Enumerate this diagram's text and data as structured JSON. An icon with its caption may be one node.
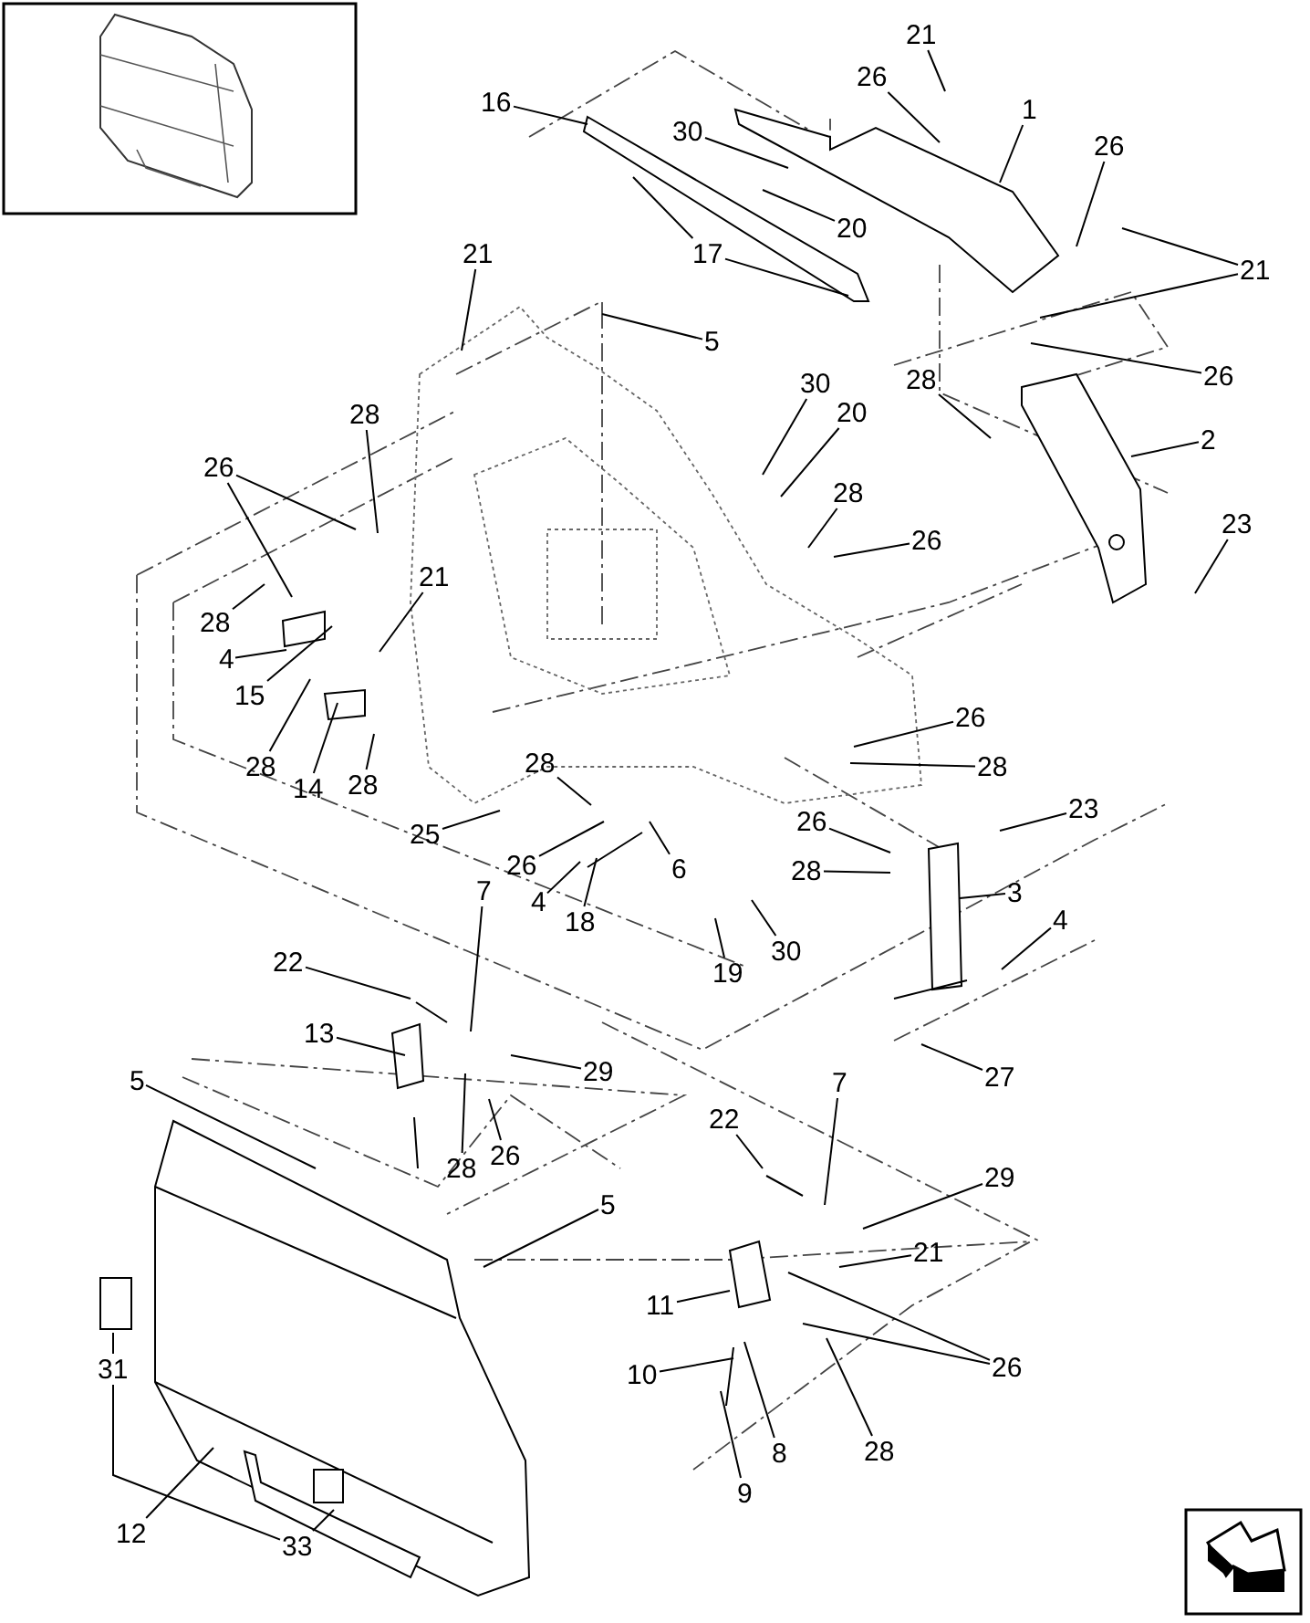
{
  "diagram": {
    "nodes": [
      {
        "text": [
          "21"
        ]
      },
      {
        "text": [
          "26"
        ]
      },
      {
        "text": [
          "16"
        ]
      },
      {
        "text": [
          "1"
        ]
      },
      {
        "text": [
          "30"
        ]
      },
      {
        "text": [
          "26"
        ]
      },
      {
        "text": [
          "20"
        ]
      },
      {
        "text": [
          "17"
        ]
      },
      {
        "text": [
          "21"
        ]
      },
      {
        "text": [
          "21"
        ]
      },
      {
        "text": [
          "5"
        ]
      },
      {
        "text": [
          "26"
        ]
      },
      {
        "text": [
          "28"
        ]
      },
      {
        "text": [
          "30"
        ]
      },
      {
        "text": [
          "20"
        ]
      },
      {
        "text": [
          "28"
        ]
      },
      {
        "text": [
          "2"
        ]
      },
      {
        "text": [
          "26"
        ]
      },
      {
        "text": [
          "28"
        ]
      },
      {
        "text": [
          "23"
        ]
      },
      {
        "text": [
          "26"
        ]
      },
      {
        "text": [
          "21"
        ]
      },
      {
        "text": [
          "28"
        ]
      },
      {
        "text": [
          "4"
        ]
      },
      {
        "text": [
          "15"
        ]
      },
      {
        "text": [
          "26"
        ]
      },
      {
        "text": [
          "28"
        ]
      },
      {
        "text": [
          "28"
        ]
      },
      {
        "text": [
          "14"
        ]
      },
      {
        "text": [
          "28"
        ]
      },
      {
        "text": [
          "28"
        ]
      },
      {
        "text": [
          "26"
        ]
      },
      {
        "text": [
          "23"
        ]
      },
      {
        "text": [
          "25"
        ]
      },
      {
        "text": [
          "26"
        ]
      },
      {
        "text": [
          "28"
        ]
      },
      {
        "text": [
          "6"
        ]
      },
      {
        "text": [
          "7"
        ]
      },
      {
        "text": [
          "3"
        ]
      },
      {
        "text": [
          "4"
        ]
      },
      {
        "text": [
          "4"
        ]
      },
      {
        "text": [
          "18"
        ]
      },
      {
        "text": [
          "30"
        ]
      },
      {
        "text": [
          "22"
        ]
      },
      {
        "text": [
          "19"
        ]
      },
      {
        "text": [
          "13"
        ]
      },
      {
        "text": [
          "29"
        ]
      },
      {
        "text": [
          "27"
        ]
      },
      {
        "text": [
          "5"
        ]
      },
      {
        "text": [
          "7"
        ]
      },
      {
        "text": [
          "22"
        ]
      },
      {
        "text": [
          "26"
        ]
      },
      {
        "text": [
          "28"
        ]
      },
      {
        "text": [
          "29"
        ]
      },
      {
        "text": [
          "5"
        ]
      },
      {
        "text": [
          "21"
        ]
      },
      {
        "text": [
          "11"
        ]
      },
      {
        "text": [
          "26"
        ]
      },
      {
        "text": [
          "31"
        ]
      },
      {
        "text": [
          "10"
        ]
      },
      {
        "text": [
          "28"
        ]
      },
      {
        "text": [
          "8"
        ]
      },
      {
        "text": [
          "9"
        ]
      },
      {
        "text": [
          "12"
        ]
      },
      {
        "text": [
          "33"
        ]
      }
    ],
    "edges": [
      {
        "from": 0,
        "to": null,
        "arrow": "none"
      },
      {
        "from": 1,
        "to": null,
        "arrow": "none"
      },
      {
        "from": 2,
        "to": null,
        "arrow": "none"
      },
      {
        "from": 3,
        "to": null,
        "arrow": "none"
      },
      {
        "from": 4,
        "to": null,
        "arrow": "none"
      },
      {
        "from": 5,
        "to": null,
        "arrow": "none"
      },
      {
        "from": 6,
        "to": null,
        "arrow": "none"
      },
      {
        "from": 7,
        "to": null,
        "arrow": "none"
      },
      {
        "from": 7,
        "to": null,
        "arrow": "none"
      },
      {
        "from": 8,
        "to": null,
        "arrow": "none"
      },
      {
        "from": 9,
        "to": null,
        "arrow": "none"
      },
      {
        "from": 9,
        "to": null,
        "arrow": "none"
      },
      {
        "from": 10,
        "to": null,
        "arrow": "none"
      },
      {
        "from": 11,
        "to": null,
        "arrow": "none"
      },
      {
        "from": 12,
        "to": null,
        "arrow": "none"
      },
      {
        "from": 13,
        "to": null,
        "arrow": "none"
      },
      {
        "from": 14,
        "to": null,
        "arrow": "none"
      },
      {
        "from": 15,
        "to": null,
        "arrow": "none"
      },
      {
        "from": 16,
        "to": null,
        "arrow": "none"
      },
      {
        "from": 17,
        "to": null,
        "arrow": "none"
      },
      {
        "from": 17,
        "to": null,
        "arrow": "none"
      },
      {
        "from": 18,
        "to": null,
        "arrow": "none"
      },
      {
        "from": 19,
        "to": null,
        "arrow": "none"
      },
      {
        "from": 20,
        "to": null,
        "arrow": "none"
      },
      {
        "from": 21,
        "to": null,
        "arrow": "none"
      },
      {
        "from": 22,
        "to": null,
        "arrow": "none"
      },
      {
        "from": 23,
        "to": null,
        "arrow": "none"
      },
      {
        "from": 24,
        "to": null,
        "arrow": "none"
      },
      {
        "from": 25,
        "to": null,
        "arrow": "none"
      },
      {
        "from": 26,
        "to": null,
        "arrow": "none"
      },
      {
        "from": 27,
        "to": null,
        "arrow": "none"
      },
      {
        "from": 28,
        "to": null,
        "arrow": "none"
      },
      {
        "from": 29,
        "to": null,
        "arrow": "none"
      },
      {
        "from": 30,
        "to": null,
        "arrow": "none"
      },
      {
        "from": 31,
        "to": null,
        "arrow": "none"
      },
      {
        "from": 32,
        "to": null,
        "arrow": "none"
      },
      {
        "from": 33,
        "to": null,
        "arrow": "none"
      },
      {
        "from": 34,
        "to": null,
        "arrow": "none"
      },
      {
        "from": 35,
        "to": null,
        "arrow": "none"
      },
      {
        "from": 36,
        "to": null,
        "arrow": "none"
      },
      {
        "from": 37,
        "to": null,
        "arrow": "none"
      },
      {
        "from": 38,
        "to": null,
        "arrow": "none"
      },
      {
        "from": 39,
        "to": null,
        "arrow": "none"
      },
      {
        "from": 40,
        "to": null,
        "arrow": "none"
      },
      {
        "from": 41,
        "to": null,
        "arrow": "none"
      },
      {
        "from": 42,
        "to": null,
        "arrow": "none"
      },
      {
        "from": 43,
        "to": null,
        "arrow": "none"
      },
      {
        "from": 44,
        "to": null,
        "arrow": "none"
      },
      {
        "from": 45,
        "to": null,
        "arrow": "none"
      },
      {
        "from": 46,
        "to": null,
        "arrow": "none"
      },
      {
        "from": 47,
        "to": null,
        "arrow": "none"
      },
      {
        "from": 48,
        "to": null,
        "arrow": "none"
      },
      {
        "from": 49,
        "to": null,
        "arrow": "none"
      },
      {
        "from": 50,
        "to": null,
        "arrow": "none"
      },
      {
        "from": 51,
        "to": null,
        "arrow": "none"
      },
      {
        "from": 52,
        "to": null,
        "arrow": "none"
      },
      {
        "from": 53,
        "to": null,
        "arrow": "none"
      },
      {
        "from": 54,
        "to": null,
        "arrow": "none"
      },
      {
        "from": 55,
        "to": null,
        "arrow": "none"
      },
      {
        "from": 56,
        "to": null,
        "arrow": "none"
      },
      {
        "from": 57,
        "to": null,
        "arrow": "none"
      },
      {
        "from": 57,
        "to": null,
        "arrow": "none"
      },
      {
        "from": 58,
        "to": null,
        "arrow": "none"
      },
      {
        "from": 59,
        "to": null,
        "arrow": "none"
      },
      {
        "from": 60,
        "to": null,
        "arrow": "none"
      },
      {
        "from": 61,
        "to": null,
        "arrow": "none"
      },
      {
        "from": 62,
        "to": null,
        "arrow": "none"
      },
      {
        "from": 63,
        "to": null,
        "arrow": "none"
      },
      {
        "from": 64,
        "to": null,
        "arrow": "none"
      },
      {
        "from": 58,
        "to": 64,
        "arrow": "none"
      }
    ]
  }
}
